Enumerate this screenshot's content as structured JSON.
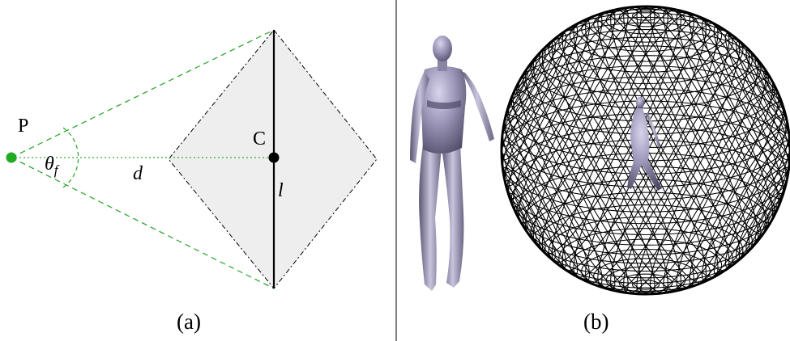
{
  "panel_a": {
    "point_p": "P",
    "point_c": "C",
    "angle_symbol": "θ",
    "angle_subscript": "f",
    "distance": "d",
    "length": "l",
    "caption": "(a)",
    "colors": {
      "point_p": "#22aa22",
      "field_of_view": "#33aa33",
      "diamond_fill": "#eeeeee"
    }
  },
  "panel_b": {
    "caption": "(b)",
    "figure_left": "human-mesh-figure",
    "figure_right": "human-mesh-inside-wire-sphere",
    "colors": {
      "mesh": "#8a8aa6",
      "sphere_wire": "#000000"
    }
  }
}
